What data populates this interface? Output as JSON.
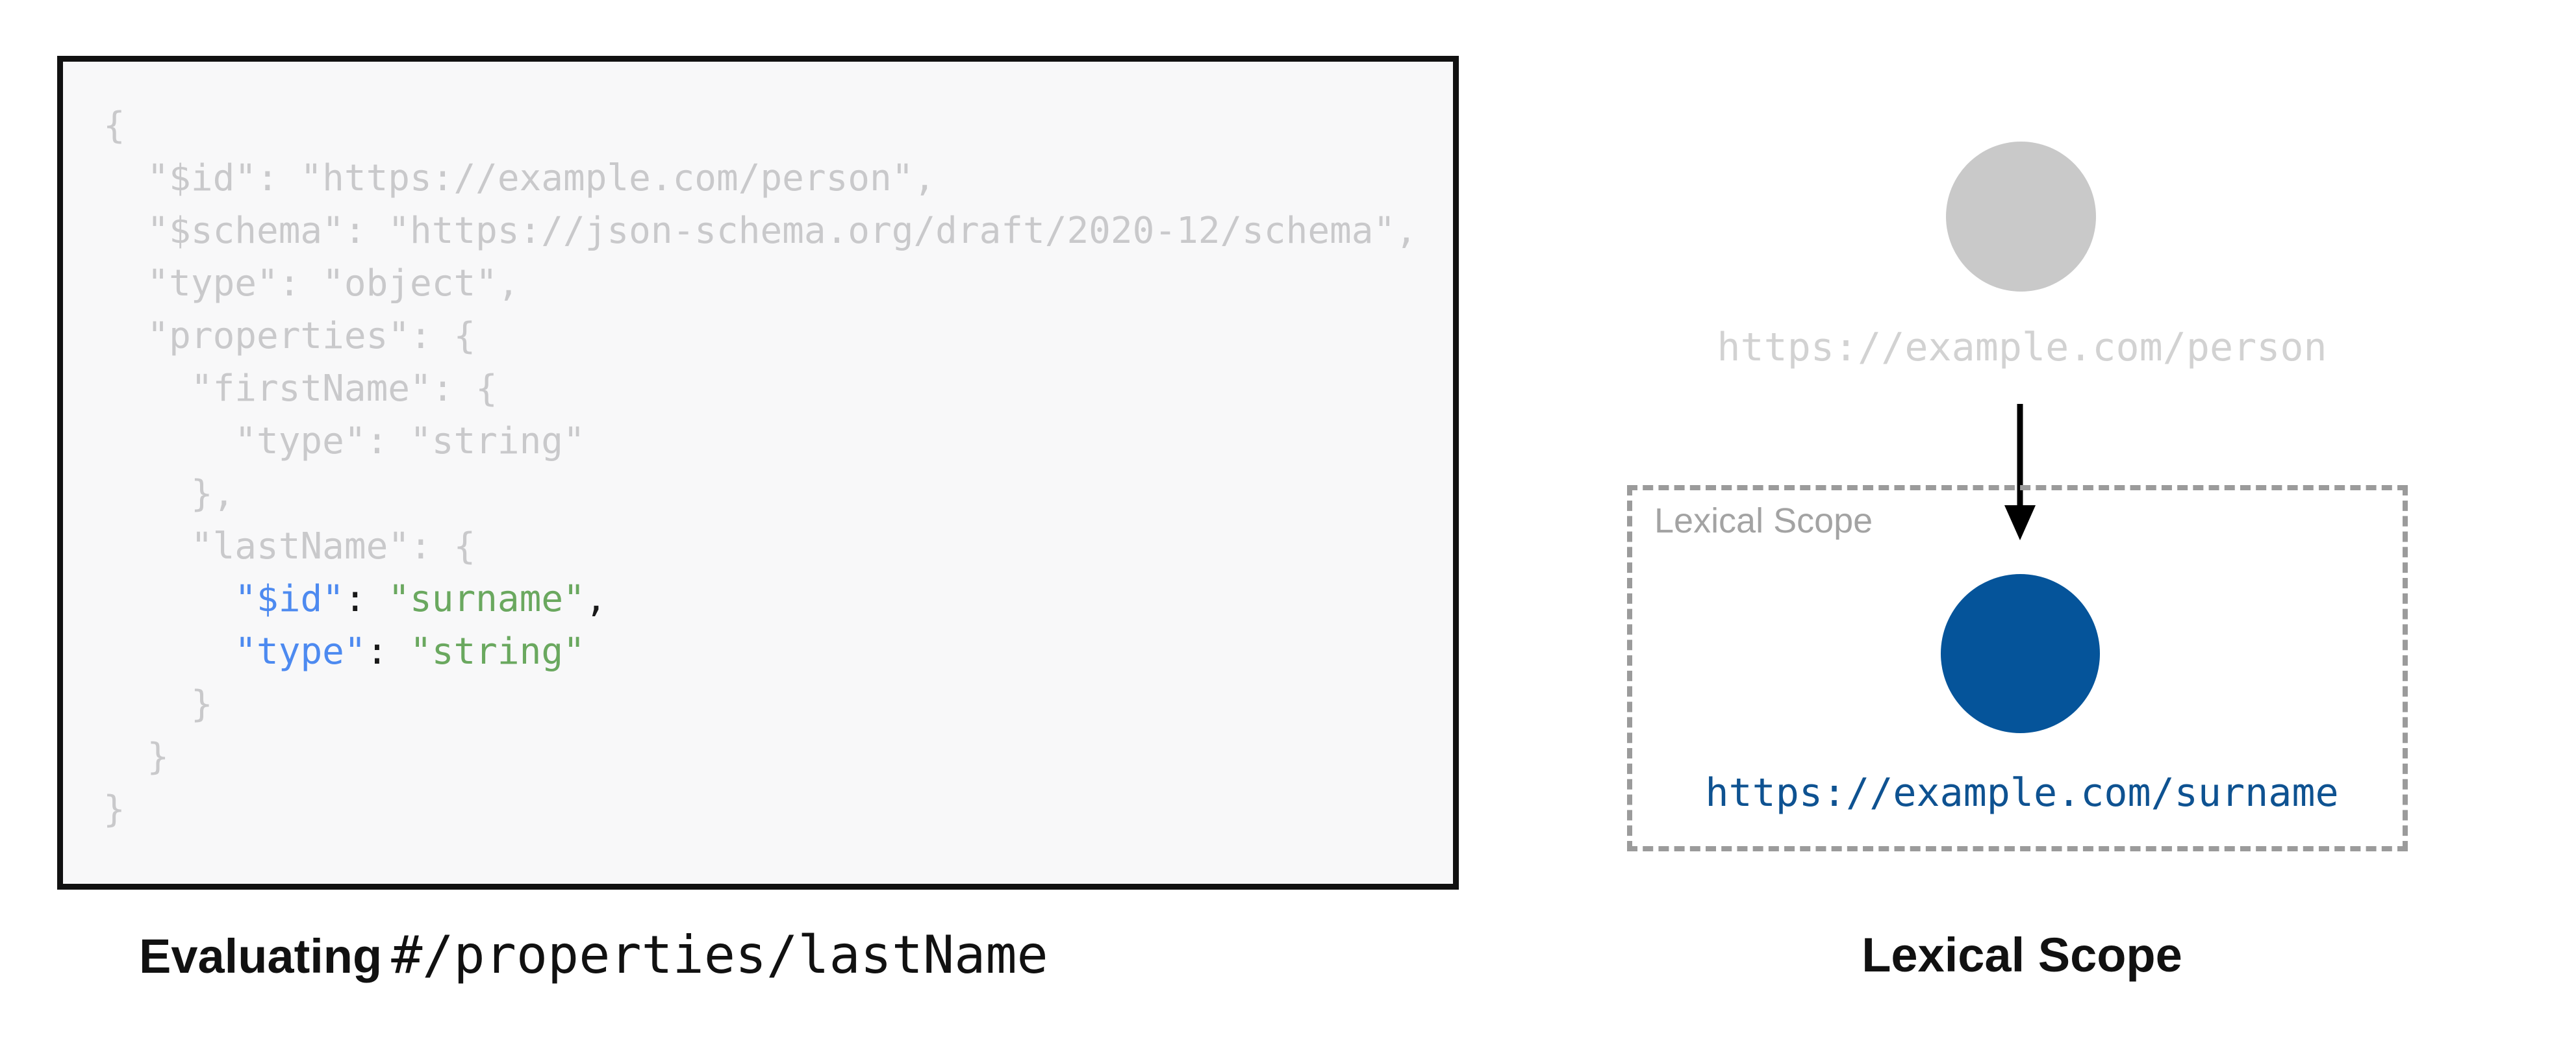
{
  "colors": {
    "ink": "#111111",
    "code-bg": "#f8f8f9",
    "code-muted": "#c9c9cb",
    "code-key": "#4d8af0",
    "code-string": "#6aa85f",
    "code-punct": "#1a1a1a",
    "node-gray": "#c9c9c9",
    "link-gray": "#d2d2d2",
    "dash-gray": "#9b9b9b",
    "label-gray": "#a3a3a3",
    "node-blue": "#05549a",
    "link-blue": "#0e5291",
    "arrow-black": "#000000"
  },
  "left_panel": {
    "code": {
      "lines": [
        {
          "parts": [
            {
              "text": "{",
              "kind": "muted"
            }
          ]
        },
        {
          "parts": [
            {
              "text": "  \"$id\": \"https://example.com/person\",",
              "kind": "muted"
            }
          ]
        },
        {
          "parts": [
            {
              "text": "  \"$schema\": \"https://json-schema.org/draft/2020-12/schema\",",
              "kind": "muted"
            }
          ]
        },
        {
          "parts": [
            {
              "text": "  \"type\": \"object\",",
              "kind": "muted"
            }
          ]
        },
        {
          "parts": [
            {
              "text": "  \"properties\": {",
              "kind": "muted"
            }
          ]
        },
        {
          "parts": [
            {
              "text": "    \"firstName\": {",
              "kind": "muted"
            }
          ]
        },
        {
          "parts": [
            {
              "text": "      \"type\": \"string\"",
              "kind": "muted"
            }
          ]
        },
        {
          "parts": [
            {
              "text": "    },",
              "kind": "muted"
            }
          ]
        },
        {
          "parts": [
            {
              "text": "    \"lastName\": {",
              "kind": "muted"
            }
          ]
        },
        {
          "parts": [
            {
              "text": "      ",
              "kind": "muted"
            },
            {
              "text": "\"$id\"",
              "kind": "key"
            },
            {
              "text": ": ",
              "kind": "punct"
            },
            {
              "text": "\"surname\"",
              "kind": "string"
            },
            {
              "text": ",",
              "kind": "punct"
            }
          ]
        },
        {
          "parts": [
            {
              "text": "      ",
              "kind": "muted"
            },
            {
              "text": "\"type\"",
              "kind": "key"
            },
            {
              "text": ": ",
              "kind": "punct"
            },
            {
              "text": "\"string\"",
              "kind": "string"
            }
          ]
        },
        {
          "parts": [
            {
              "text": "    }",
              "kind": "muted"
            }
          ]
        },
        {
          "parts": [
            {
              "text": "  }",
              "kind": "muted"
            }
          ]
        },
        {
          "parts": [
            {
              "text": "}",
              "kind": "muted"
            }
          ]
        }
      ]
    },
    "caption": {
      "prefix": "Evaluating",
      "pointer": "#/properties/lastName"
    }
  },
  "right_panel": {
    "parent_node": {
      "label": "https://example.com/person"
    },
    "scope_box": {
      "title": "Lexical Scope"
    },
    "child_node": {
      "label": "https://example.com/surname"
    },
    "caption": "Lexical Scope"
  }
}
